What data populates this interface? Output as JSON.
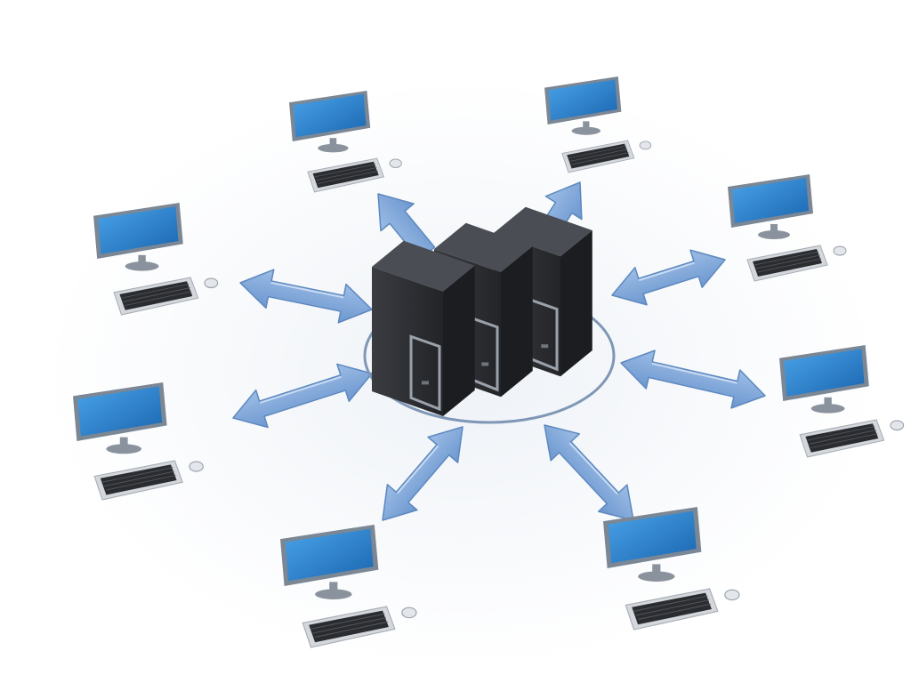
{
  "scene": {
    "subject": "client-server-network-illustration",
    "central_node": "server-cluster",
    "server_count": 3,
    "client_count": 8,
    "connection_style": "double-headed-arrows",
    "colors": {
      "background": "#ffffff",
      "floor_shadow": "#e9eef4",
      "screen": "#1f78c8",
      "screen_highlight": "#4aa3e8",
      "monitor_frame": "#7b8794",
      "arrow_fill": "#7ea6d8",
      "arrow_stroke": "#5d88bf",
      "server_body": "#2b2d31",
      "server_side": "#1c1d20",
      "server_top": "#4a4d53",
      "server_trim": "#9aa1aa",
      "ring": "#7f97b6",
      "keyboard_base": "#d4d8dd",
      "keyboard_keys": "#2a2c30"
    },
    "icons": {
      "server": "server-tower-icon",
      "client": "desktop-computer-icon",
      "link": "double-arrow-icon"
    }
  }
}
